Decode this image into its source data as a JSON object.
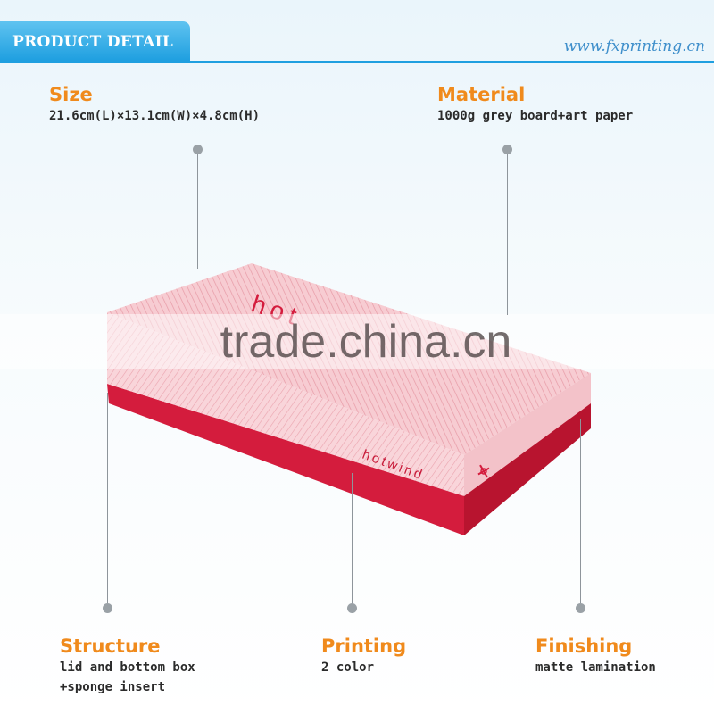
{
  "header": {
    "tab_label": "PRODUCT DETAIL",
    "site_url": "www.fxprinting.cn"
  },
  "specs": {
    "size": {
      "title": "Size",
      "value": "21.6cm(L)×13.1cm(W)×4.8cm(H)"
    },
    "material": {
      "title": "Material",
      "value": "1000g grey board+art paper"
    },
    "structure": {
      "title": "Structure",
      "value_line1": "lid and bottom box",
      "value_line2": "+sponge insert"
    },
    "printing": {
      "title": "Printing",
      "value": "2 color"
    },
    "finishing": {
      "title": "Finishing",
      "value": "matte lamination"
    }
  },
  "product": {
    "brand_top": "hot",
    "brand_side": "hotwind"
  },
  "watermark": "trade.china.cn",
  "colors": {
    "header_blue": "#1f9fe0",
    "spec_title_orange": "#f08a1c",
    "box_lid_pink": "#f6c9cf",
    "box_base_red": "#d41c3d"
  }
}
